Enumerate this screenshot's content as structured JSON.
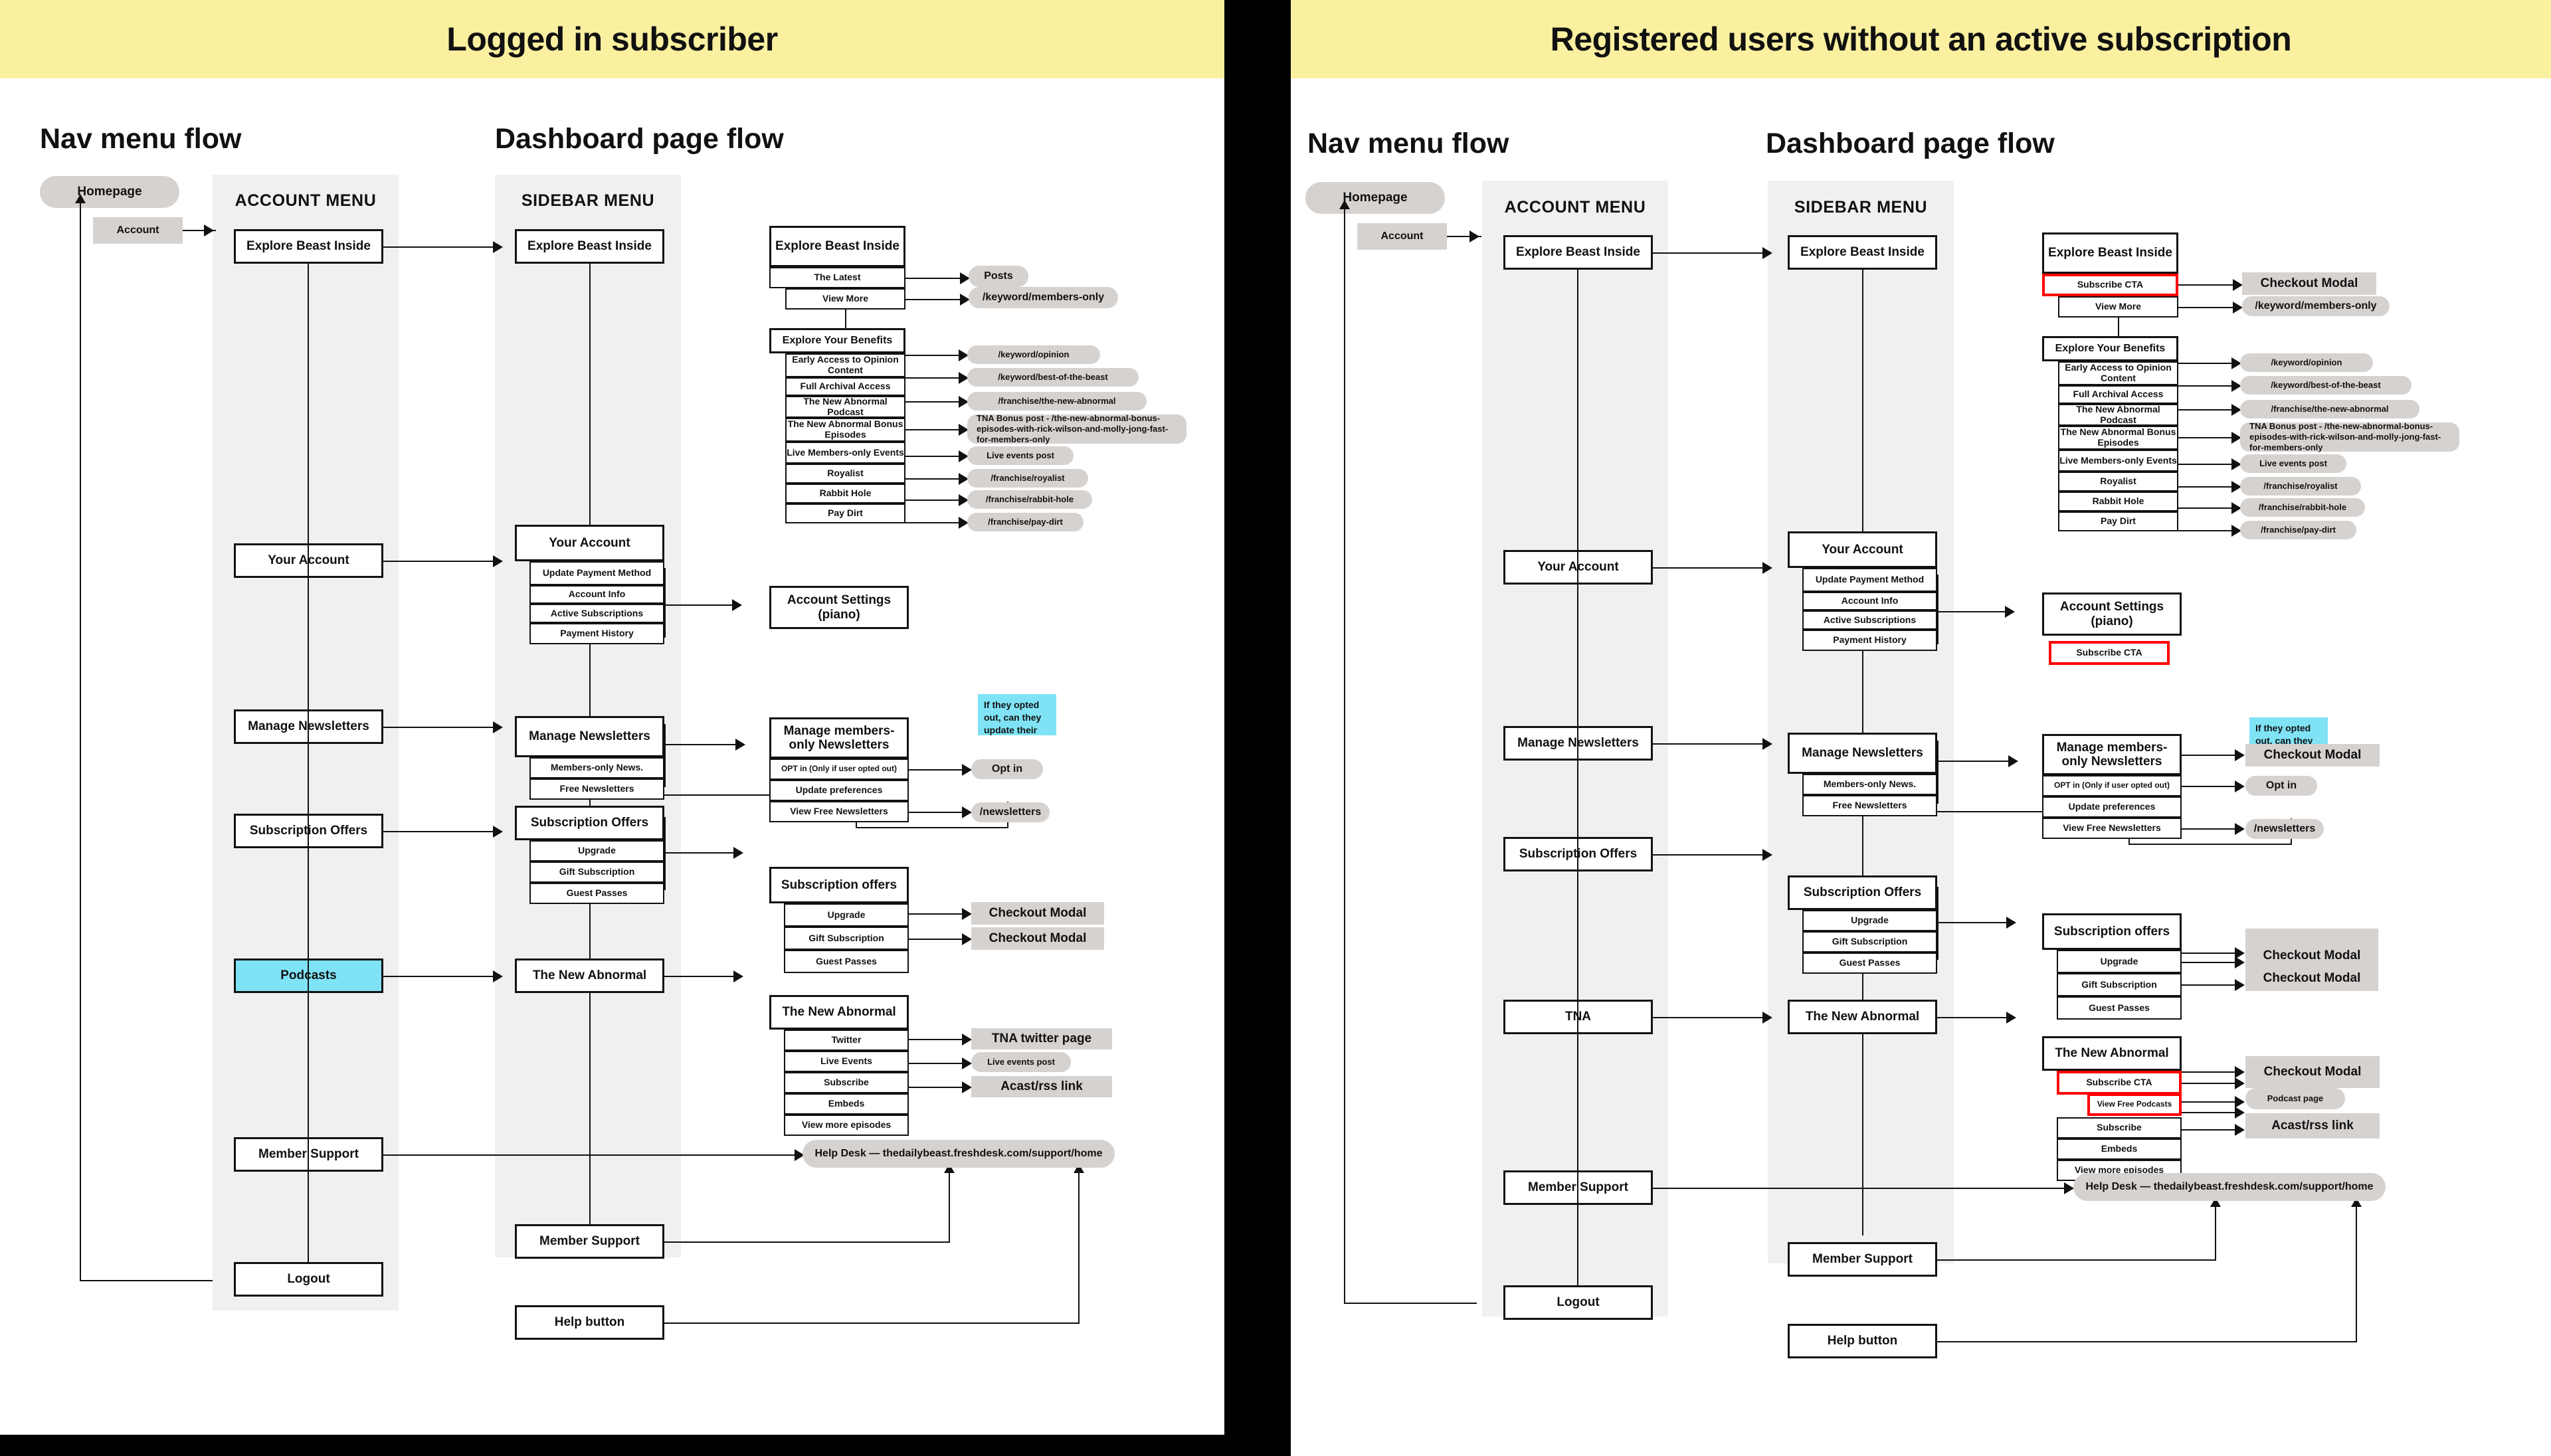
{
  "panels": [
    {
      "id": "logged-in-subscriber",
      "header": "Logged in subscriber",
      "flow_titles": {
        "nav": "Nav menu flow",
        "dashboard": "Dashboard page flow"
      },
      "swimlanes": {
        "account": "ACCOUNT MENU",
        "sidebar": "SIDEBAR MENU"
      },
      "entry": {
        "homepage": "Homepage",
        "account": "Account"
      },
      "account_menu": [
        "Explore Beast Inside",
        "Your Account",
        "Manage Newsletters",
        "Subscription Offers",
        "Podcasts",
        "Member Support",
        "Logout"
      ],
      "sidebar_menu": {
        "explore": "Explore Beast Inside",
        "your_account": {
          "title": "Your Account",
          "items": [
            "Update Payment Method",
            "Account Info",
            "Active Subscriptions",
            "Payment History"
          ]
        },
        "manage_newsletters": {
          "title": "Manage Newsletters",
          "items": [
            "Members-only News.",
            "Free Newsletters"
          ]
        },
        "subscription_offers": {
          "title": "Subscription Offers",
          "items": [
            "Upgrade",
            "Gift Subscription",
            "Guest Passes"
          ]
        },
        "the_new_abnormal": "The New Abnormal",
        "member_support": "Member Support",
        "help_button": "Help button"
      },
      "detail": {
        "explore": {
          "title": "Explore Beast Inside",
          "items": [
            "The Latest",
            "View More"
          ],
          "targets": [
            "Posts",
            "/keyword/members-only"
          ]
        },
        "benefits": {
          "title": "Explore Your Benefits",
          "items": [
            "Early Access to Opinion Content",
            "Full Archival Access",
            "The New Abnormal Podcast",
            "The New Abnormal Bonus Episodes",
            "Live Members-only Events",
            "Royalist",
            "Rabbit Hole",
            "Pay Dirt"
          ],
          "targets": [
            "/keyword/opinion",
            "/keyword/best-of-the-beast",
            "/franchise/the-new-abnormal",
            "TNA Bonus post - /the-new-abnormal-bonus-episodes-with-rick-wilson-and-molly-jong-fast-for-members-only",
            "Live events post",
            "/franchise/royalist",
            "/franchise/rabbit-hole",
            "/franchise/pay-dirt"
          ]
        },
        "account_settings": "Account Settings (piano)",
        "newsletters": {
          "title": "Manage members-only Newsletters",
          "items": [
            "OPT in (Only if user opted out)",
            "Update preferences",
            "View Free Newsletters"
          ],
          "targets": [
            "Opt in",
            "/newsletters"
          ],
          "note": "If they opted out, can they update their preferences?"
        },
        "sub_offers": {
          "title": "Subscription offers",
          "items": [
            "Upgrade",
            "Gift Subscription",
            "Guest Passes"
          ],
          "targets": [
            "Checkout Modal",
            "Checkout Modal"
          ]
        },
        "tna": {
          "title": "The New Abnormal",
          "items": [
            "Twitter",
            "Live Events",
            "Subscribe",
            "Embeds",
            "View more episodes"
          ],
          "targets": [
            "TNA twitter page",
            "Live events post",
            "Acast/rss link"
          ]
        },
        "help_desk": "Help Desk — thedailybeast.freshdesk.com/support/home"
      }
    },
    {
      "id": "registered-no-subscription",
      "header": "Registered users without an active subscription",
      "flow_titles": {
        "nav": "Nav menu flow",
        "dashboard": "Dashboard page flow"
      },
      "swimlanes": {
        "account": "ACCOUNT MENU",
        "sidebar": "SIDEBAR MENU"
      },
      "entry": {
        "homepage": "Homepage",
        "account": "Account"
      },
      "account_menu": [
        "Explore Beast Inside",
        "Your Account",
        "Manage Newsletters",
        "Subscription Offers",
        "TNA",
        "Member Support",
        "Logout"
      ],
      "sidebar_menu": {
        "explore": "Explore Beast Inside",
        "your_account": {
          "title": "Your Account",
          "items": [
            "Update Payment Method",
            "Account Info",
            "Active Subscriptions",
            "Payment History"
          ]
        },
        "manage_newsletters": {
          "title": "Manage Newsletters",
          "items": [
            "Members-only News.",
            "Free Newsletters"
          ]
        },
        "subscription_offers": {
          "title": "Subscription Offers",
          "items": [
            "Upgrade",
            "Gift Subscription",
            "Guest Passes"
          ]
        },
        "the_new_abnormal": "The New Abnormal",
        "member_support": "Member Support",
        "help_button": "Help button"
      },
      "detail": {
        "explore": {
          "title": "Explore Beast Inside",
          "items": [
            "Subscribe CTA",
            "View More"
          ],
          "targets": [
            "Checkout Modal",
            "/keyword/members-only"
          ]
        },
        "benefits": {
          "title": "Explore Your Benefits",
          "items": [
            "Early Access to Opinion Content",
            "Full Archival Access",
            "The New Abnormal Podcast",
            "The New Abnormal Bonus Episodes",
            "Live Members-only Events",
            "Royalist",
            "Rabbit Hole",
            "Pay Dirt"
          ],
          "targets": [
            "/keyword/opinion",
            "/keyword/best-of-the-beast",
            "/franchise/the-new-abnormal",
            "TNA Bonus post - /the-new-abnormal-bonus-episodes-with-rick-wilson-and-molly-jong-fast-for-members-only",
            "Live events post",
            "/franchise/royalist",
            "/franchise/rabbit-hole",
            "/franchise/pay-dirt"
          ]
        },
        "account_settings": "Account Settings (piano)",
        "account_settings_cta": "Subscribe CTA",
        "newsletters": {
          "title": "Manage members-only Newsletters",
          "items": [
            "OPT in (Only if user opted out)",
            "Update preferences",
            "View Free Newsletters"
          ],
          "targets": [
            "Checkout Modal",
            "Opt in",
            "/newsletters"
          ],
          "note": "If they opted out, can they update their preferences?"
        },
        "sub_offers": {
          "title": "Subscription offers",
          "items": [
            "Upgrade",
            "Gift Subscription",
            "Guest Passes"
          ],
          "targets": [
            "Checkout Modal",
            "Checkout Modal"
          ]
        },
        "tna": {
          "title": "The New Abnormal",
          "items": [
            "Subscribe CTA",
            "View Free Podcasts",
            "Subscribe",
            "Embeds",
            "View more episodes"
          ],
          "targets": [
            "Checkout Modal",
            "Podcast page",
            "Acast/rss link"
          ]
        },
        "help_desk": "Help Desk — thedailybeast.freshdesk.com/support/home"
      }
    }
  ],
  "colors": {
    "header_yellow": "#FBF0A0",
    "swimlane_gray": "#F0F0F0",
    "pill_gray": "#D6D2D0",
    "highlight_cyan": "#7FE3F5",
    "cta_red": "#FF0000",
    "divider_black": "#000000"
  }
}
